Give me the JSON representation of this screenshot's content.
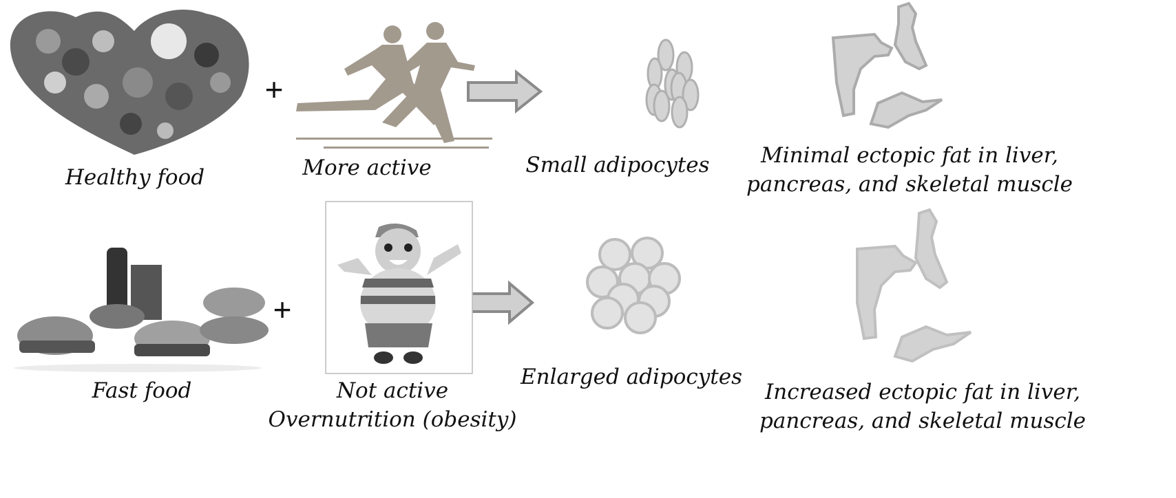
{
  "row_healthy": {
    "food_label": "Healthy food",
    "activity_label": "More active",
    "adipocyte_label": "Small adipocytes",
    "ectopic_label_line1": "Minimal ectopic fat in liver,",
    "ectopic_label_line2": "pancreas, and skeletal muscle",
    "plus": "+"
  },
  "row_obese": {
    "food_label": "Fast food",
    "activity_label_line1": "Not active",
    "activity_label_line2": "Overnutrition (obesity)",
    "adipocyte_label": "Enlarged adipocytes",
    "ectopic_label_line1": "Increased ectopic fat in liver,",
    "ectopic_label_line2": "pancreas, and skeletal muscle",
    "plus": "+"
  },
  "colors": {
    "text": "#111111",
    "shape_fill": "#d4d4d4",
    "shape_stroke": "#b0b0b0",
    "arrow_fill": "#d0d0d0",
    "arrow_stroke": "#8a8a8a"
  }
}
